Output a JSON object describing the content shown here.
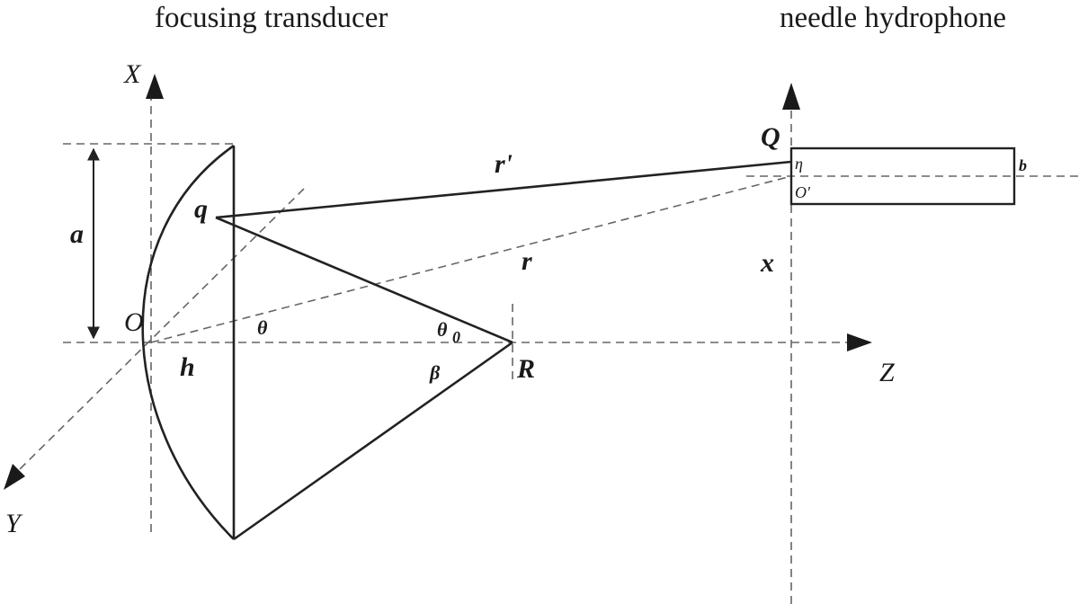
{
  "captions": {
    "left": "focusing transducer",
    "right": "needle hydrophone"
  },
  "axes": {
    "x": "X",
    "y": "Y",
    "z": "Z"
  },
  "points": {
    "origin": "O",
    "q": "q",
    "Q": "Q",
    "R": "R",
    "O_prime": "O'"
  },
  "lengths": {
    "a": "a",
    "h": "h",
    "r": "r",
    "r_prime": "r'",
    "x": "x",
    "b": "b"
  },
  "angles": {
    "theta": "θ",
    "theta0": "θ",
    "theta0_sub": "0",
    "beta": "β",
    "eta": "η"
  }
}
